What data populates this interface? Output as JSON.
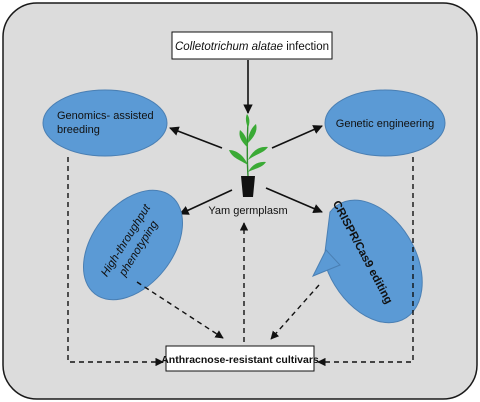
{
  "diagram": {
    "source": {
      "species": "Colletotrichum alatae",
      "suffix": " infection"
    },
    "center": {
      "label": "Yam germplasm"
    },
    "methods": {
      "genomics": {
        "line1": "Genomics- assisted",
        "line2": "breeding"
      },
      "genetic_engineering": {
        "label": "Genetic engineering"
      },
      "phenotyping": {
        "line1": "High-throughput",
        "line2": "phenotyping"
      },
      "crispr": {
        "label": "CRISPR/Cas9 editing"
      }
    },
    "outcome": {
      "label": "Anthracnose-resistant cultivars"
    }
  },
  "colors": {
    "panel_fill": "#dcdcdc",
    "panel_stroke": "#1a1a1a",
    "ellipse_fill": "#5b9ad5",
    "ellipse_stroke": "#4a7fb3",
    "arrow": "#111111",
    "plant_leaf": "#3aaa35",
    "pot": "#111111"
  }
}
